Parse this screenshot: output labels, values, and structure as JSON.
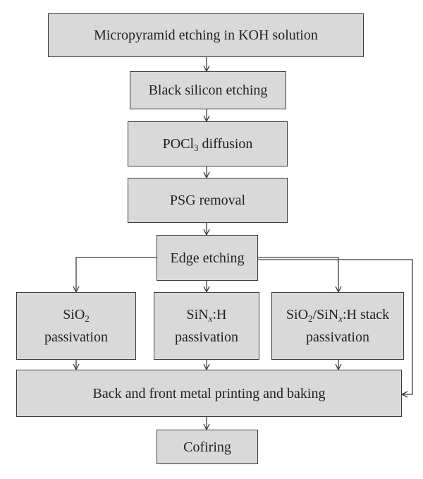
{
  "steps": {
    "koh": "Micropyramid etching in KOH solution",
    "black_silicon": "Black silicon etching",
    "pocl3": {
      "pre": "POCl",
      "sub": "3",
      "post": " diffusion"
    },
    "psg": "PSG removal",
    "edge": "Edge etching",
    "sio2": {
      "pre": "SiO",
      "sub": "2",
      "line2": "passivation"
    },
    "sinx": {
      "pre": "SiN",
      "sub": "x",
      "post": ":H",
      "line2": "passivation"
    },
    "stack": {
      "a": "SiO",
      "a_sub": "2",
      "b": "/SiN",
      "b_sub": "x",
      "c": ":H stack",
      "line2": "passivation"
    },
    "metal": "Back and front metal printing and baking",
    "cofiring": "Cofiring"
  }
}
